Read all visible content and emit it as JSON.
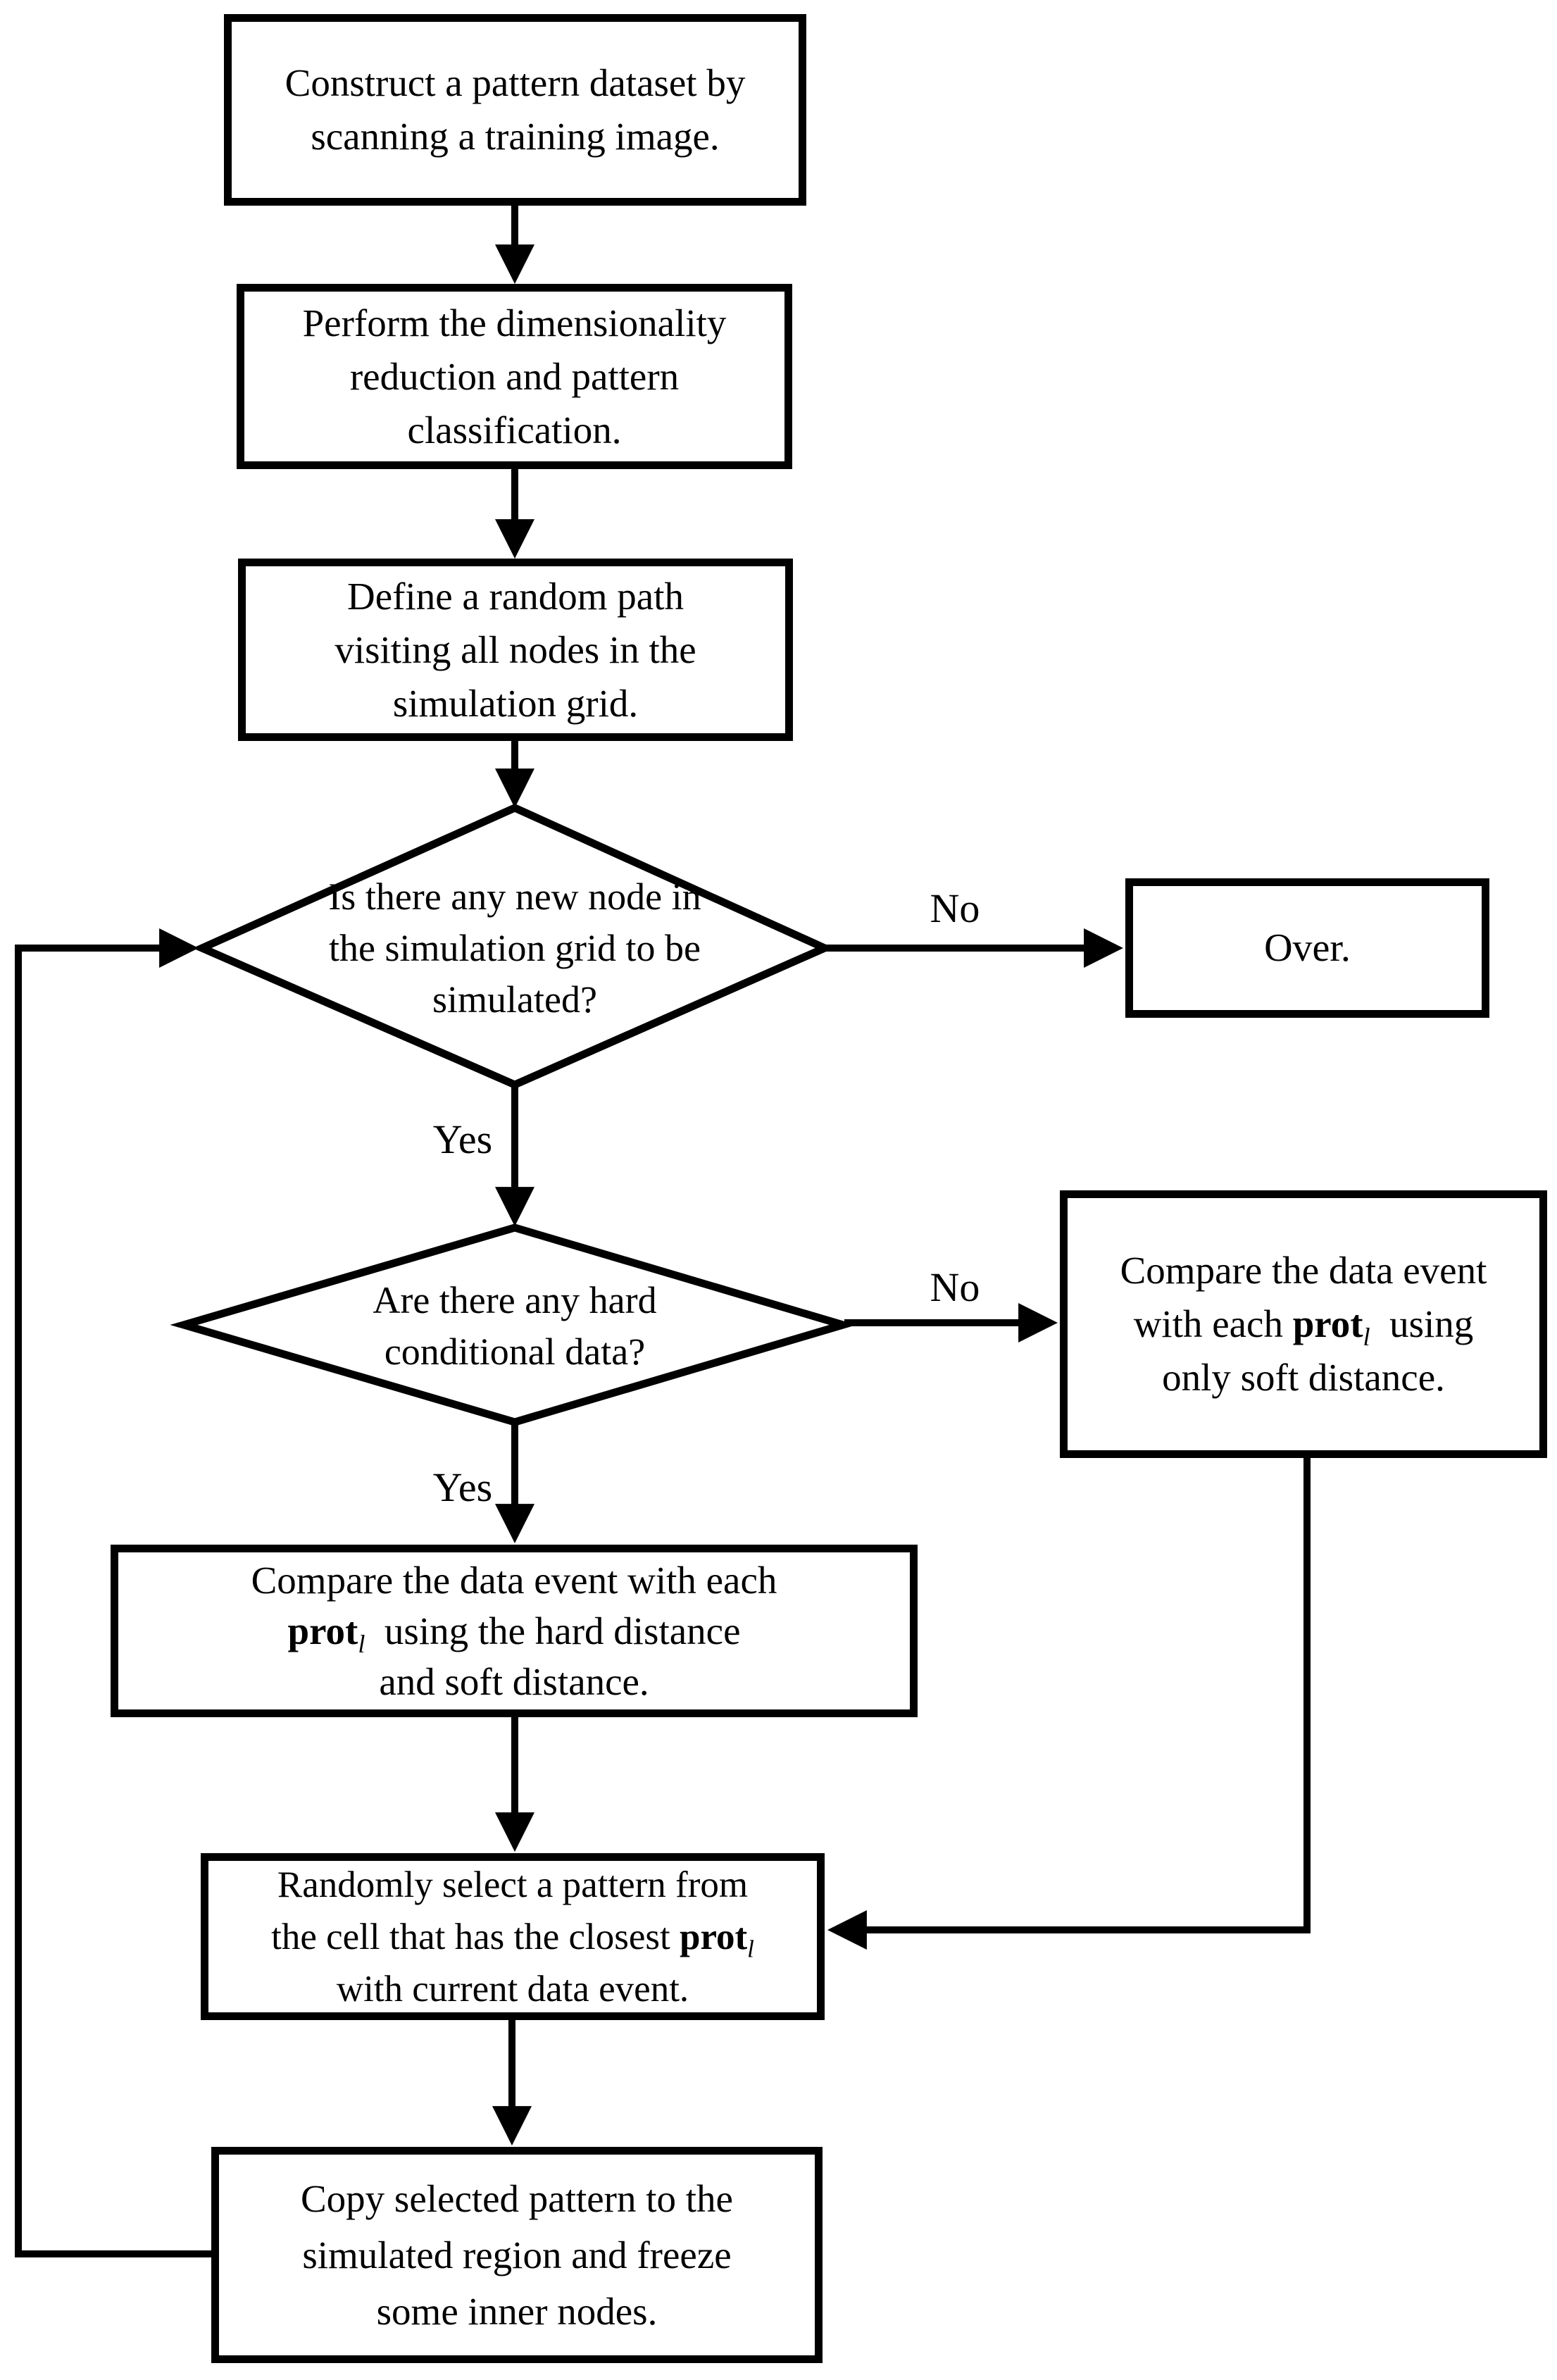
{
  "diagram": {
    "title_hint": "Pattern simulation flowchart",
    "nodes": {
      "construct": {
        "line1": "Construct a pattern dataset by",
        "line2": "scanning a training image."
      },
      "reduce": {
        "line1": "Perform the dimensionality",
        "line2": "reduction and pattern",
        "line3": "classification."
      },
      "random_path": {
        "line1": "Define a random path",
        "line2": "visiting all nodes in the",
        "line3": "simulation grid."
      },
      "new_node_decision": {
        "line1": "Is there any new node in",
        "line2": "the simulation grid to be",
        "line3": "simulated?"
      },
      "over": {
        "label": "Over."
      },
      "hard_data_decision": {
        "line1": "Are there any hard",
        "line2": "conditional data?"
      },
      "soft_compare": {
        "line1": "Compare the data event",
        "line2_pre": "with each ",
        "line2_prot": "prot",
        "line2_sub": "l",
        "line2_post": "  using",
        "line3": "only soft distance."
      },
      "hard_compare": {
        "line1": "Compare the data event with each",
        "line2_prot": "prot",
        "line2_sub": "l",
        "line2_post": "  using the hard distance",
        "line3": "and soft distance."
      },
      "random_select": {
        "line1": "Randomly select a pattern from",
        "line2_pre": "the cell that has the closest ",
        "line2_prot": "prot",
        "line2_sub": "l",
        "line3": "with current data event."
      },
      "copy_pattern": {
        "line1": "Copy selected pattern to the",
        "line2": "simulated region and freeze",
        "line3": "some inner nodes."
      }
    },
    "labels": {
      "no_to_over": "No",
      "yes_to_hard_decision": "Yes",
      "no_to_soft_compare": "No",
      "yes_to_hard_compare": "Yes"
    },
    "colors": {
      "stroke": "#000000",
      "fill": "#ffffff"
    }
  }
}
